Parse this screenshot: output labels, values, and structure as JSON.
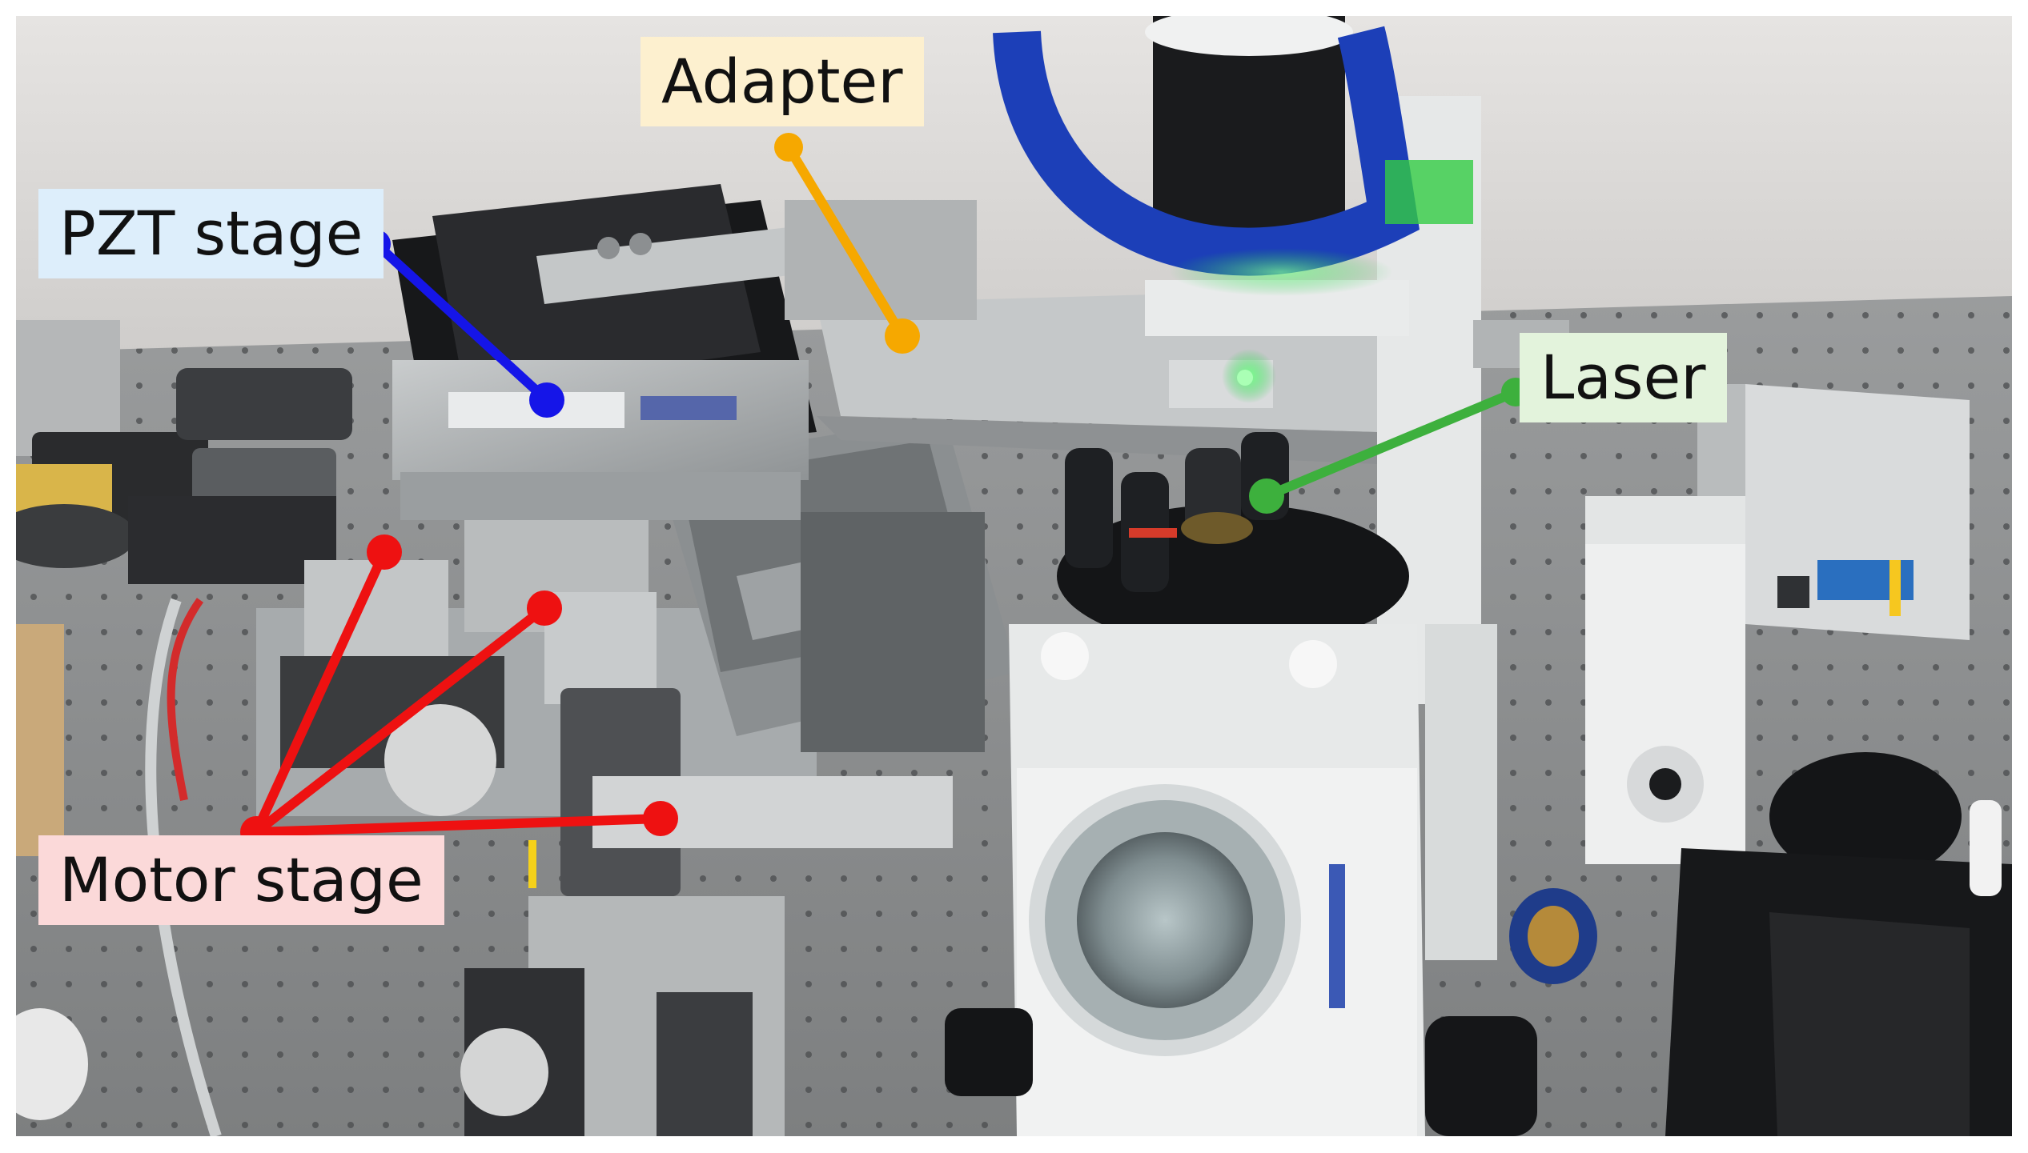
{
  "labels": {
    "adapter": {
      "text": "Adapter",
      "color": "#f6a800",
      "bg": "#fdf0cf"
    },
    "pzt_stage": {
      "text": "PZT stage",
      "color": "#1515e8",
      "bg": "#ddeefb"
    },
    "laser": {
      "text": "Laser",
      "color": "#3db03d",
      "bg": "#e3f3dc"
    },
    "motor_stage": {
      "text": "Motor stage",
      "color": "#ee1111",
      "bg": "#fbd9d9"
    }
  },
  "colors": {
    "frame": "#ffffff",
    "wall": "#dcdad8",
    "table": "#8d8f90",
    "aluminum": "#b3b6b8",
    "microscope_body": "#eceeee",
    "dark_parts": "#1c1d20",
    "blue_cloth": "#1c3fb8",
    "laser_spot": "#33ff55"
  }
}
